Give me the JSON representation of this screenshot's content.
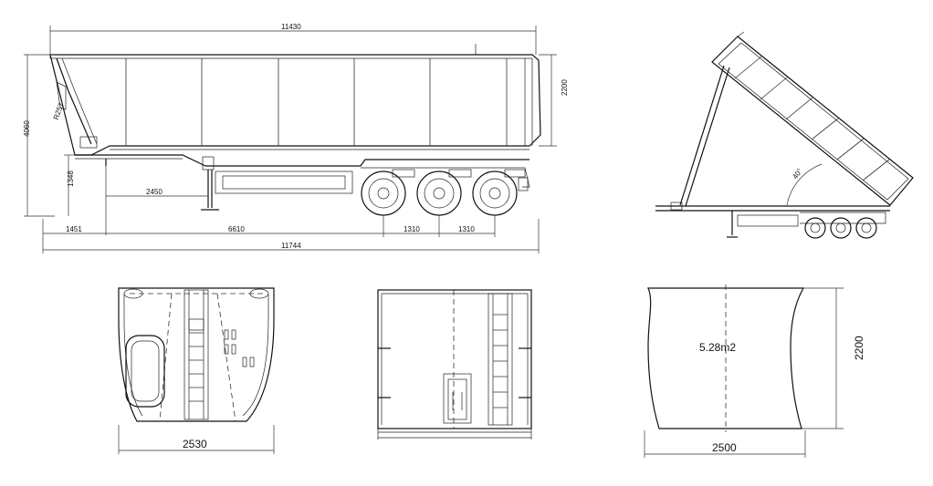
{
  "side_view": {
    "dims": {
      "top_length": "11430",
      "overall_height": "4060",
      "body_height": "2200",
      "front_radius": "R257",
      "kingpin_to_axle": "2450",
      "floor_height": "1348",
      "front_overhang": "1451",
      "kingpin_to_axles": "6610",
      "axle_spacing_1": "1310",
      "axle_spacing_2": "1310",
      "overall_length": "11744"
    }
  },
  "tipping_view": {
    "angle": "40°"
  },
  "rear_view": {
    "width": "2530"
  },
  "section_view": {
    "area": "5.28m2",
    "width": "2500",
    "height": "2200"
  }
}
